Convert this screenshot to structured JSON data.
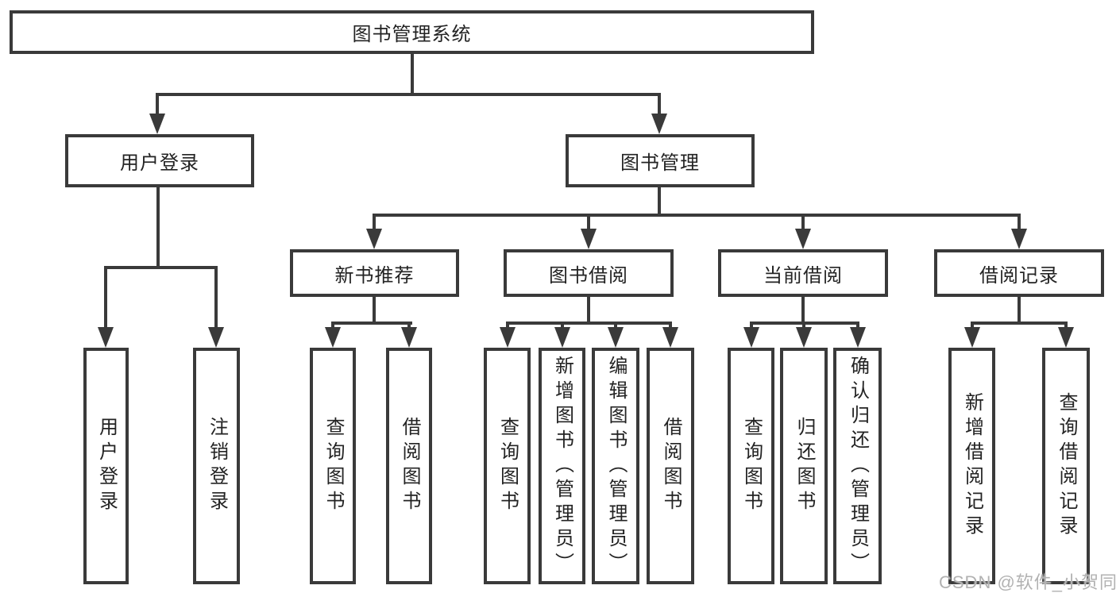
{
  "diagram": {
    "root": {
      "label": "图书管理系统"
    },
    "branches": [
      {
        "label": "用户登录",
        "leaves": [
          {
            "label": "用户登录"
          },
          {
            "label": "注销登录"
          }
        ]
      },
      {
        "label": "图书管理",
        "subbranches": [
          {
            "label": "新书推荐",
            "leaves": [
              {
                "label": "查询图书"
              },
              {
                "label": "借阅图书"
              }
            ]
          },
          {
            "label": "图书借阅",
            "leaves": [
              {
                "label": "查询图书"
              },
              {
                "label": "新增图书（管理员）"
              },
              {
                "label": "编辑图书（管理员）"
              },
              {
                "label": "借阅图书"
              }
            ]
          },
          {
            "label": "当前借阅",
            "leaves": [
              {
                "label": "查询图书"
              },
              {
                "label": "归还图书"
              },
              {
                "label": "确认归还（管理员）"
              }
            ]
          },
          {
            "label": "借阅记录",
            "leaves": [
              {
                "label": "新增借阅记录"
              },
              {
                "label": "查询借阅记录"
              }
            ]
          }
        ]
      }
    ]
  },
  "watermark": {
    "text": "CSDN @软件_小贺同学"
  },
  "colors": {
    "line": "#3a3a3a",
    "text": "#232323",
    "watermark": "#b2b2b2",
    "background": "#ffffff"
  }
}
